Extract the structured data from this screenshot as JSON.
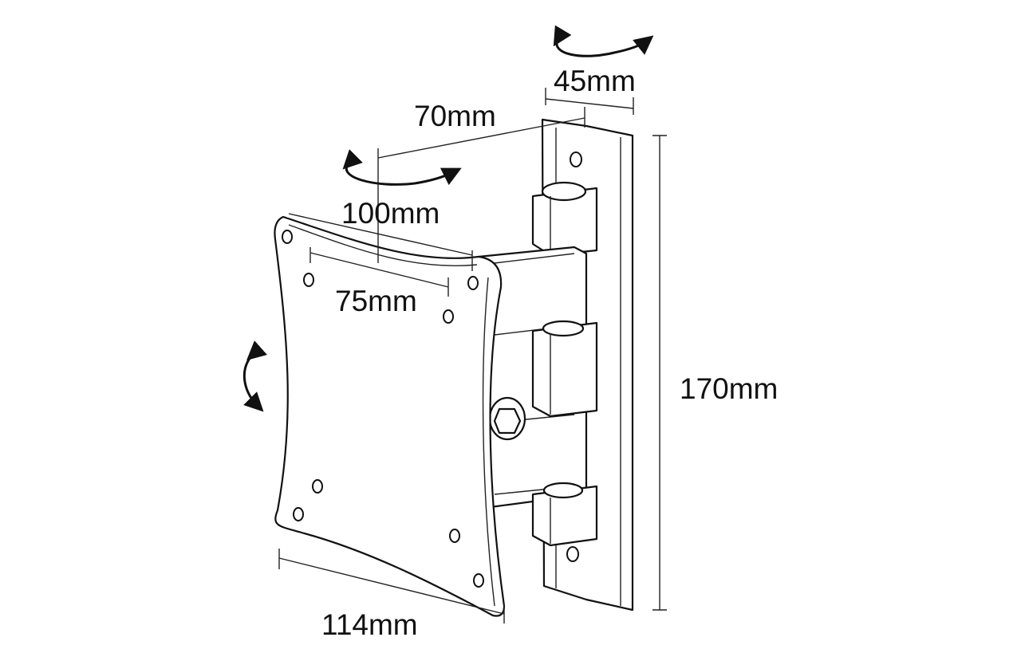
{
  "dimensions": {
    "wall_plate_width": "45mm",
    "arm_depth": "70mm",
    "vesa_large": "100mm",
    "vesa_small": "75mm",
    "plate_height": "170mm",
    "head_plate_width": "114mm"
  },
  "icons": [
    "rotate-arrow-icon",
    "swivel-arrow-icon",
    "tilt-arrow-icon"
  ]
}
